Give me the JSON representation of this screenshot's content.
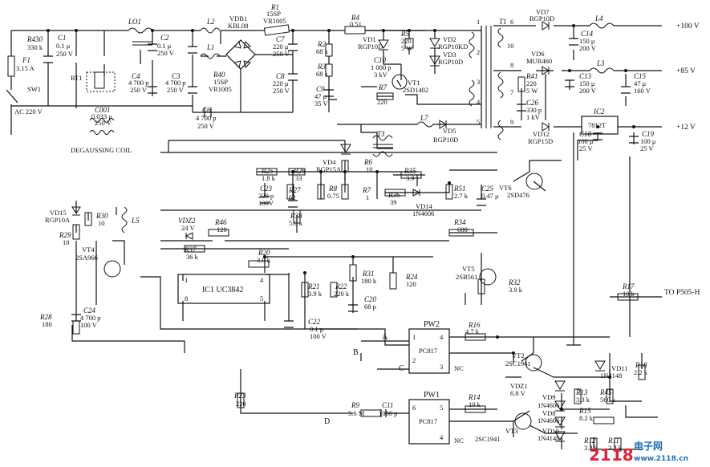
{
  "outputs": {
    "v100": "+100 V",
    "v85": "+85 V",
    "v12": "+12 V",
    "to_p505": "TO P505-H"
  },
  "input": {
    "ac": "AC 220 V",
    "fuse": [
      "F1",
      "3.15 A"
    ],
    "switch": "SW1",
    "r430": [
      "R430",
      "330 k"
    ],
    "c1": [
      "C1",
      "0.1 μ",
      "250 V"
    ],
    "rt1": "RT1",
    "c001": [
      "C001",
      "0.033 μ",
      "250 V"
    ],
    "degauss": "DEGAUSSING COIL",
    "lo1": "LO1",
    "c2": [
      "C2",
      "0.1 μ",
      "250 V"
    ],
    "c4": [
      "C4",
      "4 700 p",
      "250 V"
    ],
    "c3": [
      "C3",
      "4 700 p",
      "250 V"
    ],
    "c6": [
      "C6",
      "4 700 p",
      "250 V"
    ],
    "l1": "L1",
    "l2": "L2",
    "vdb1": [
      "VDB1",
      "KBL08"
    ],
    "r1": [
      "R1",
      "15SP",
      "VR1005"
    ],
    "r40": [
      "R40",
      "15SP",
      "VR1005"
    ],
    "c7": [
      "C7",
      "220 μ",
      "250 V"
    ],
    "c8": [
      "C8",
      "220 μ",
      "250 V"
    ],
    "r2": [
      "R2",
      "68 k"
    ],
    "r3": [
      "R3",
      "68 k"
    ],
    "c9": [
      "C9",
      "47 μ",
      "35 V"
    ]
  },
  "primary": {
    "r4": [
      "R4",
      "0.51"
    ],
    "vd1": [
      "VD1",
      "RGP10D"
    ],
    "r5": [
      "R5",
      "220",
      "5 W"
    ],
    "vd2": [
      "VD2",
      "RGP10KD"
    ],
    "vd3": [
      "VD3",
      "RGP10D"
    ],
    "c10": [
      "C10",
      "1 000 p",
      "3 kV"
    ],
    "vt1": [
      "VT1",
      "2SD1402"
    ],
    "r7": [
      "R7",
      "220"
    ],
    "l7": "L7",
    "vd5": [
      "VD5",
      "RGP10D"
    ],
    "t1": "T1",
    "t3": "T3",
    "vd4": [
      "VD4",
      "RGP15A"
    ],
    "r6": [
      "R6",
      "10"
    ],
    "pins": [
      "1",
      "2",
      "3",
      "4",
      "5",
      "6",
      "7",
      "8",
      "9",
      "10"
    ]
  },
  "secondary": {
    "vd7": [
      "VD7",
      "RGP10D"
    ],
    "l4": "L4",
    "c14": [
      "C14",
      "150 μ",
      "200 V"
    ],
    "vd6": [
      "VD6",
      "MUR460"
    ],
    "r41": [
      "R41",
      "220",
      "5 W"
    ],
    "c13": [
      "C13",
      "150 μ",
      "200 V"
    ],
    "l3": "L3",
    "c15": [
      "C15",
      "47 μ",
      "160 V"
    ],
    "c26": [
      "C26",
      "330 p",
      "1 kV"
    ],
    "vd12": [
      "VD12",
      "RGP15D"
    ],
    "ic2": [
      "IC2",
      "7812T"
    ],
    "c18": [
      "C18",
      "100 μ",
      "25 V"
    ],
    "c19": [
      "C19",
      "100 μ",
      "25 V"
    ]
  },
  "control": {
    "r25": [
      "R25",
      "1.8 k"
    ],
    "r26": [
      "R26",
      "33"
    ],
    "c23": [
      "C23",
      "220 p",
      "100V"
    ],
    "r27": [
      "R27",
      "62"
    ],
    "r8": [
      "R8",
      "0.75"
    ],
    "r7b": [
      "R7",
      "1"
    ],
    "r35": [
      "R35",
      "3.9"
    ],
    "r36": [
      "R36",
      "39"
    ],
    "vd14": [
      "VD14",
      "1N4606"
    ],
    "r51": [
      "R51",
      "2.7 k"
    ],
    "c25": [
      "C25",
      "0.47 μ"
    ],
    "vt6": [
      "VT6",
      "2SD476"
    ],
    "r38": [
      "R38",
      "5.6 k"
    ],
    "r34": [
      "R34",
      "680"
    ],
    "vd15": [
      "VD15",
      "RGP10A"
    ],
    "r30": [
      "R30",
      "10"
    ],
    "l5": "L5",
    "r29": [
      "R29",
      "10"
    ],
    "vt4": [
      "VT4",
      "2SA966"
    ],
    "vdz2": [
      "VDZ2",
      "24 V"
    ],
    "r46": [
      "R46",
      "120"
    ],
    "r37": [
      "R37",
      "36 k"
    ],
    "r20": [
      "R20",
      "3.9 k"
    ],
    "ic1": "IC1  UC3842",
    "ic1_pins": [
      "1",
      "4",
      "8",
      "5"
    ],
    "r31": [
      "R31",
      "180 k"
    ],
    "r24": [
      "R24",
      "120"
    ],
    "vt5": [
      "VT5",
      "2SB561"
    ],
    "r32": [
      "R32",
      "3.9 k"
    ],
    "r21": [
      "R21",
      "3.9 k"
    ],
    "r22": [
      "R22",
      "220 k"
    ],
    "c20": [
      "C20",
      "68 p"
    ],
    "c22": [
      "C22",
      "0.1 μ",
      "100 V"
    ],
    "c24": [
      "C24",
      "4 700 p",
      "100 V"
    ],
    "r28": [
      "R28",
      "180"
    ],
    "r23": [
      "R23",
      "220"
    ]
  },
  "feedback": {
    "pw2": [
      "PW2",
      "PC817"
    ],
    "pw1": [
      "PW1",
      "PC817"
    ],
    "pin_labels": [
      "1",
      "2",
      "4",
      "3",
      "6",
      "5",
      "4",
      "NC",
      "NC"
    ],
    "nets": [
      "A",
      "B",
      "C",
      "D"
    ],
    "r16": [
      "R16",
      "4.7 k"
    ],
    "r17": [
      "R17",
      "10 k"
    ],
    "vt2": [
      "VT2",
      "2SC1941"
    ],
    "vd11": [
      "VD11",
      "1N4148"
    ],
    "r18": [
      "R18",
      "2.2 k"
    ],
    "vdz1": [
      "VDZ1",
      "6.8 V"
    ],
    "vd9": [
      "VD9",
      "1N4606"
    ],
    "vd8": [
      "VD8",
      "1N4606"
    ],
    "r13": [
      "R13",
      "3.3 k"
    ],
    "r45": [
      "R45",
      "560 k"
    ],
    "r9": [
      "R9",
      "5.6 M"
    ],
    "c11": [
      "C11",
      "1000 p"
    ],
    "r14": [
      "R14",
      "10 k"
    ],
    "r15": [
      "R15",
      "8.2 k"
    ],
    "vt3": [
      "VT3",
      "2SC1941"
    ],
    "vd10": [
      "VD10",
      "1N4148"
    ],
    "r12": [
      "R12",
      "3.3 k"
    ],
    "r11": [
      "R11",
      "3.3 k"
    ]
  },
  "watermark": [
    "2118",
    "电子网",
    "www.2118.cn"
  ]
}
